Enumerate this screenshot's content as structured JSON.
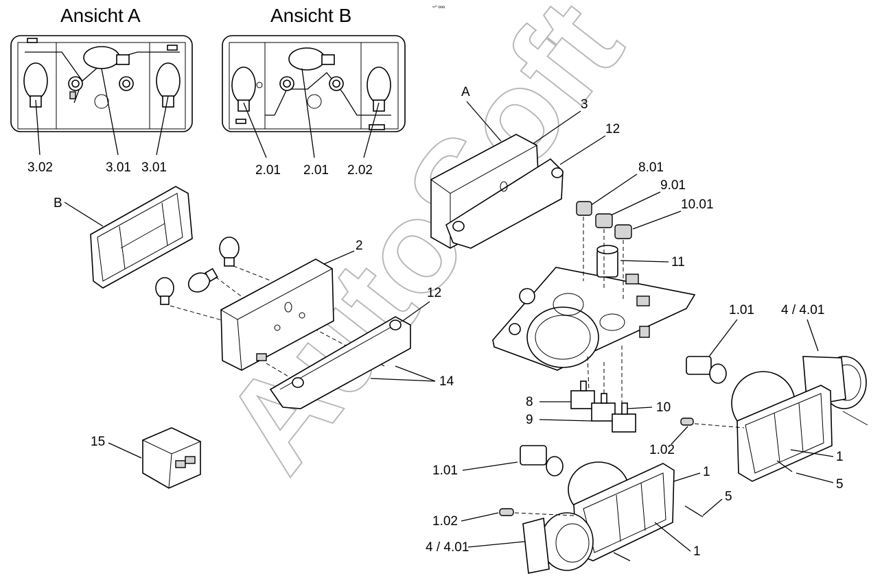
{
  "tiny_mark": "═⁰ ooo",
  "watermark": "AutoSoft",
  "view_titles": {
    "a": "Ansicht A",
    "b": "Ansicht B"
  },
  "view_a_callouts": [
    "3.02",
    "3.01",
    "3.01"
  ],
  "view_b_callouts": [
    "2.01",
    "2.01",
    "2.02"
  ],
  "letters": {
    "a": "A",
    "b": "B"
  },
  "callouts": {
    "c2": "2",
    "c3": "3",
    "c12_top": "12",
    "c12_mid": "12",
    "c8_01": "8.01",
    "c9_01": "9.01",
    "c10_01": "10.01",
    "c11": "11",
    "c14": "14",
    "c15": "15",
    "c8": "8",
    "c9": "9",
    "c10": "10",
    "c1_01_right": "1.01",
    "c4_4_01_right": "4 / 4.01",
    "c1_02_right": "1.02",
    "c1_right": "1",
    "c5_right": "5",
    "c1_01_left": "1.01",
    "c1_upper": "1",
    "c5_lower": "5",
    "c1_02_left": "1.02",
    "c4_4_01_left": "4 / 4.01",
    "c1_lower": "1"
  },
  "colors": {
    "line": "#000000",
    "watermark": "#b8b8b8",
    "shade": "#d4d4d4"
  },
  "icons": [
    "lamp-housing",
    "bulb",
    "switch-knob",
    "relay",
    "headlight",
    "instrument-panel"
  ]
}
